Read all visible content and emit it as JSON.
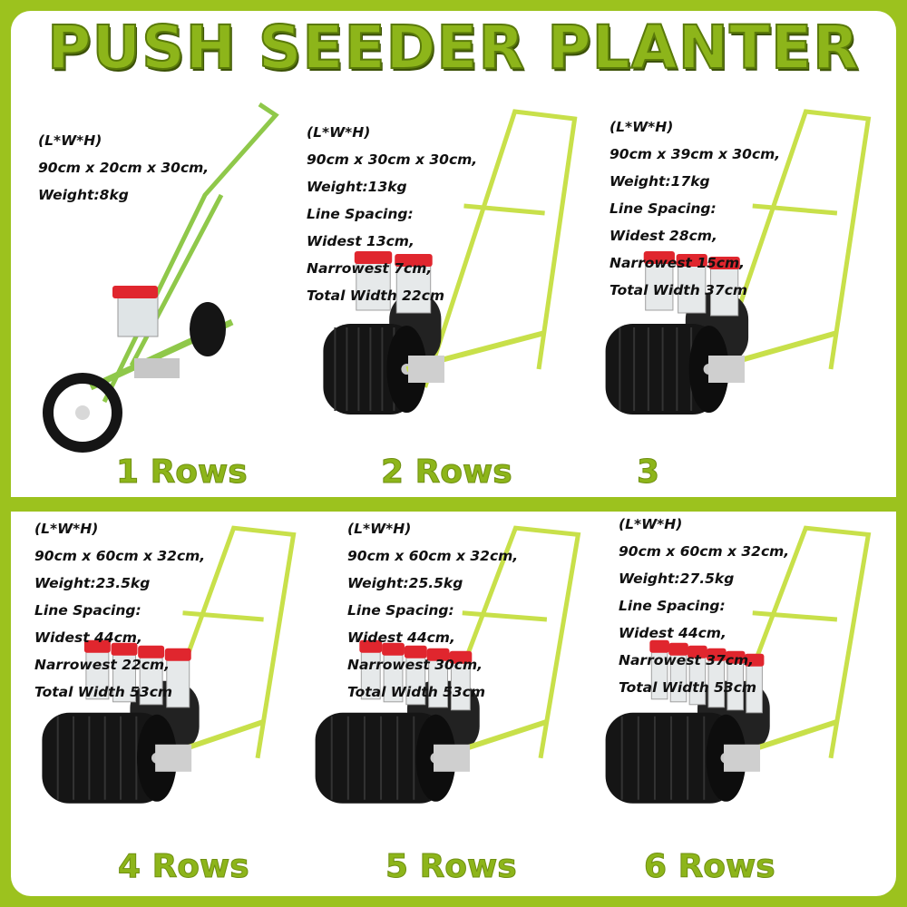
{
  "title": "PUSH SEEDER PLANTER",
  "colors": {
    "brand_green": "#8db51a",
    "frame_green": "#c8e04a",
    "hopper_red": "#e0262e",
    "roller_black": "#151515"
  },
  "panels": [
    {
      "label": "1 Rows",
      "rows": 1,
      "specs": [
        "(L*W*H)",
        "90cm x 20cm x 30cm,",
        "Weight:8kg"
      ]
    },
    {
      "label": "2 Rows",
      "rows": 2,
      "specs": [
        "(L*W*H)",
        "90cm x 30cm x 30cm,",
        "Weight:13kg",
        "Line Spacing:",
        "Widest 13cm,",
        "Narrowest 7cm,",
        "Total Width 22cm"
      ]
    },
    {
      "label": "3",
      "rows": 3,
      "specs": [
        "(L*W*H)",
        "90cm x 39cm x 30cm,",
        "Weight:17kg",
        "Line Spacing:",
        "Widest 28cm,",
        "Narrowest 15cm,",
        "Total Width 37cm"
      ]
    },
    {
      "label": "4 Rows",
      "rows": 4,
      "specs": [
        "(L*W*H)",
        "90cm x 60cm x 32cm,",
        "Weight:23.5kg",
        "Line Spacing:",
        "Widest 44cm,",
        "Narrowest 22cm,",
        "Total Width 53cm"
      ]
    },
    {
      "label": "5 Rows",
      "rows": 5,
      "specs": [
        "(L*W*H)",
        "90cm x 60cm x 32cm,",
        "Weight:25.5kg",
        "Line Spacing:",
        "Widest 44cm,",
        "Narrowest 30cm,",
        "Total Width 53cm"
      ]
    },
    {
      "label": "6 Rows",
      "rows": 6,
      "specs": [
        "(L*W*H)",
        "90cm x 60cm x 32cm,",
        "Weight:27.5kg",
        "Line Spacing:",
        "Widest 44cm,",
        "Narrowest 37cm,",
        "Total Width 53cm"
      ]
    }
  ]
}
